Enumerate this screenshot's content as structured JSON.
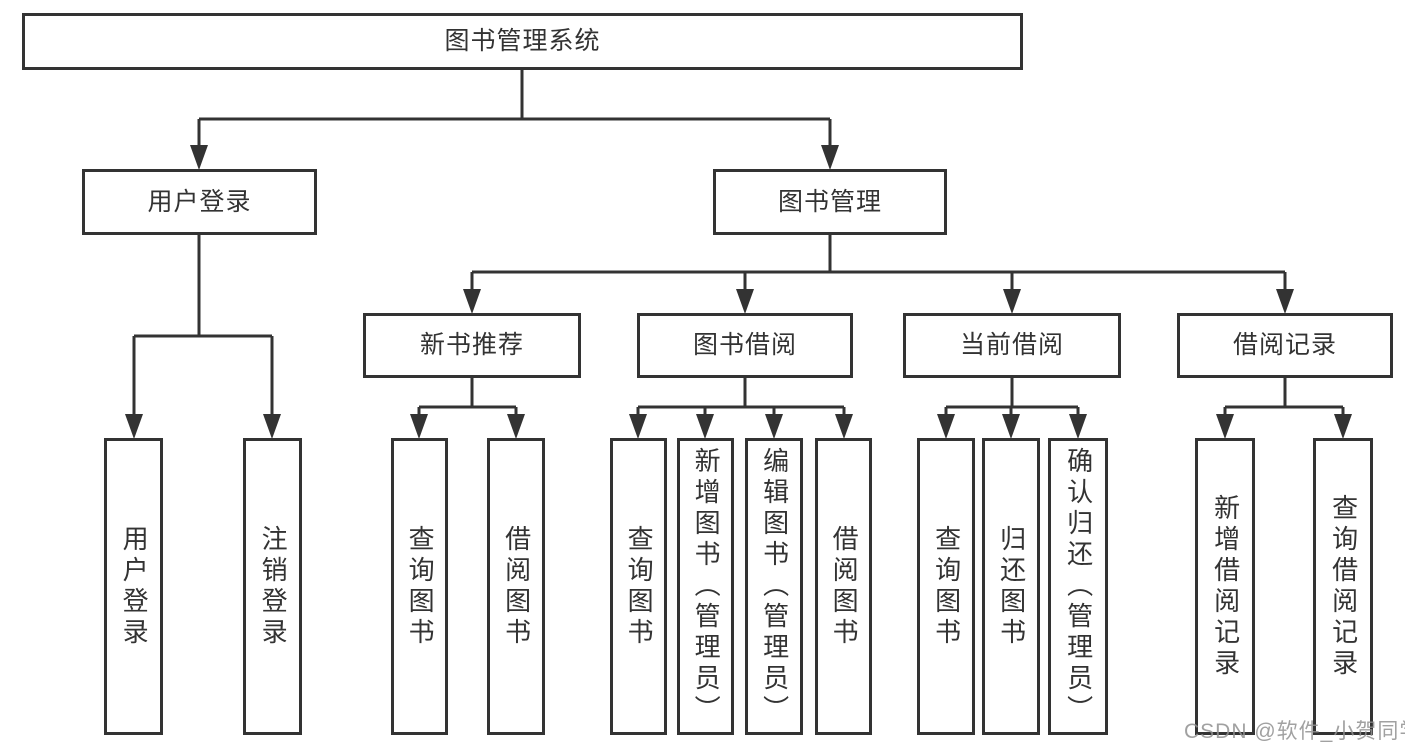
{
  "diagram": {
    "root": {
      "label": "图书管理系统"
    },
    "level2": {
      "user_login": {
        "label": "用户登录"
      },
      "book_management": {
        "label": "图书管理"
      }
    },
    "level3": {
      "new_book_recommend": {
        "label": "新书推荐"
      },
      "book_borrow": {
        "label": "图书借阅"
      },
      "current_borrow": {
        "label": "当前借阅"
      },
      "borrow_record": {
        "label": "借阅记录"
      }
    },
    "leaves": {
      "user_login": [
        {
          "label": "用户登录"
        },
        {
          "label": "注销登录"
        }
      ],
      "new_book_recommend": [
        {
          "label": "查询图书"
        },
        {
          "label": "借阅图书"
        }
      ],
      "book_borrow": [
        {
          "label": "查询图书"
        },
        {
          "label": "新增图书（管理员）"
        },
        {
          "label": "编辑图书（管理员）"
        },
        {
          "label": "借阅图书"
        }
      ],
      "current_borrow": [
        {
          "label": "查询图书"
        },
        {
          "label": "归还图书"
        },
        {
          "label": "确认归还（管理员）"
        }
      ],
      "borrow_record": [
        {
          "label": "新增借阅记录"
        },
        {
          "label": "查询借阅记录"
        }
      ]
    }
  },
  "watermark": {
    "text": "CSDN @软件_小贺同学"
  },
  "colors": {
    "line": "#333333",
    "box_border": "#333333",
    "text": "#333333",
    "watermark": "#919191",
    "background": "#ffffff"
  }
}
